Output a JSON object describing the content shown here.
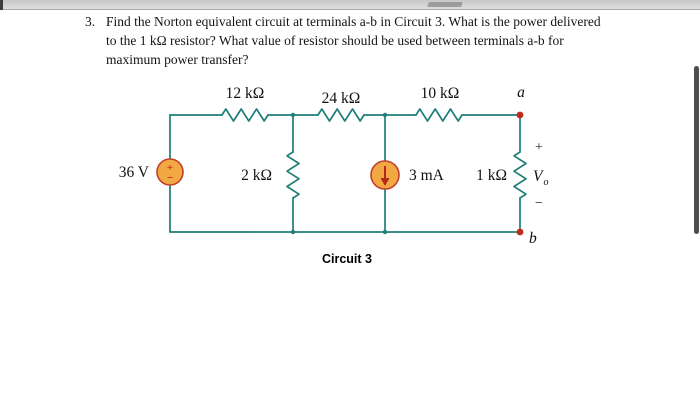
{
  "problem": {
    "number": "3.",
    "lines": [
      "Find the Norton equivalent circuit at terminals a-b in Circuit 3. What is the power delivered",
      "to the 1 kΩ resistor? What value of resistor should be used between terminals a-b for",
      "maximum power transfer?"
    ]
  },
  "circuit": {
    "caption": "Circuit 3",
    "voltage_source": {
      "label": "36 V",
      "plus": "+",
      "minus": "−"
    },
    "resistors": {
      "r12k": "12 kΩ",
      "r24k": "24 kΩ",
      "r10k": "10 kΩ",
      "r2k": "2 kΩ",
      "r1k": "1 kΩ"
    },
    "current_source": {
      "label": "3 mA"
    },
    "terminals": {
      "a": "a",
      "b": "b"
    },
    "output_voltage": {
      "plus": "+",
      "v": "V",
      "sub": "o",
      "minus": "−"
    }
  },
  "colors": {
    "wire": "#1f7e79",
    "source_fill": "#f2a843",
    "source_stroke": "#c2402a",
    "terminal_dot": "#c22a1c"
  }
}
